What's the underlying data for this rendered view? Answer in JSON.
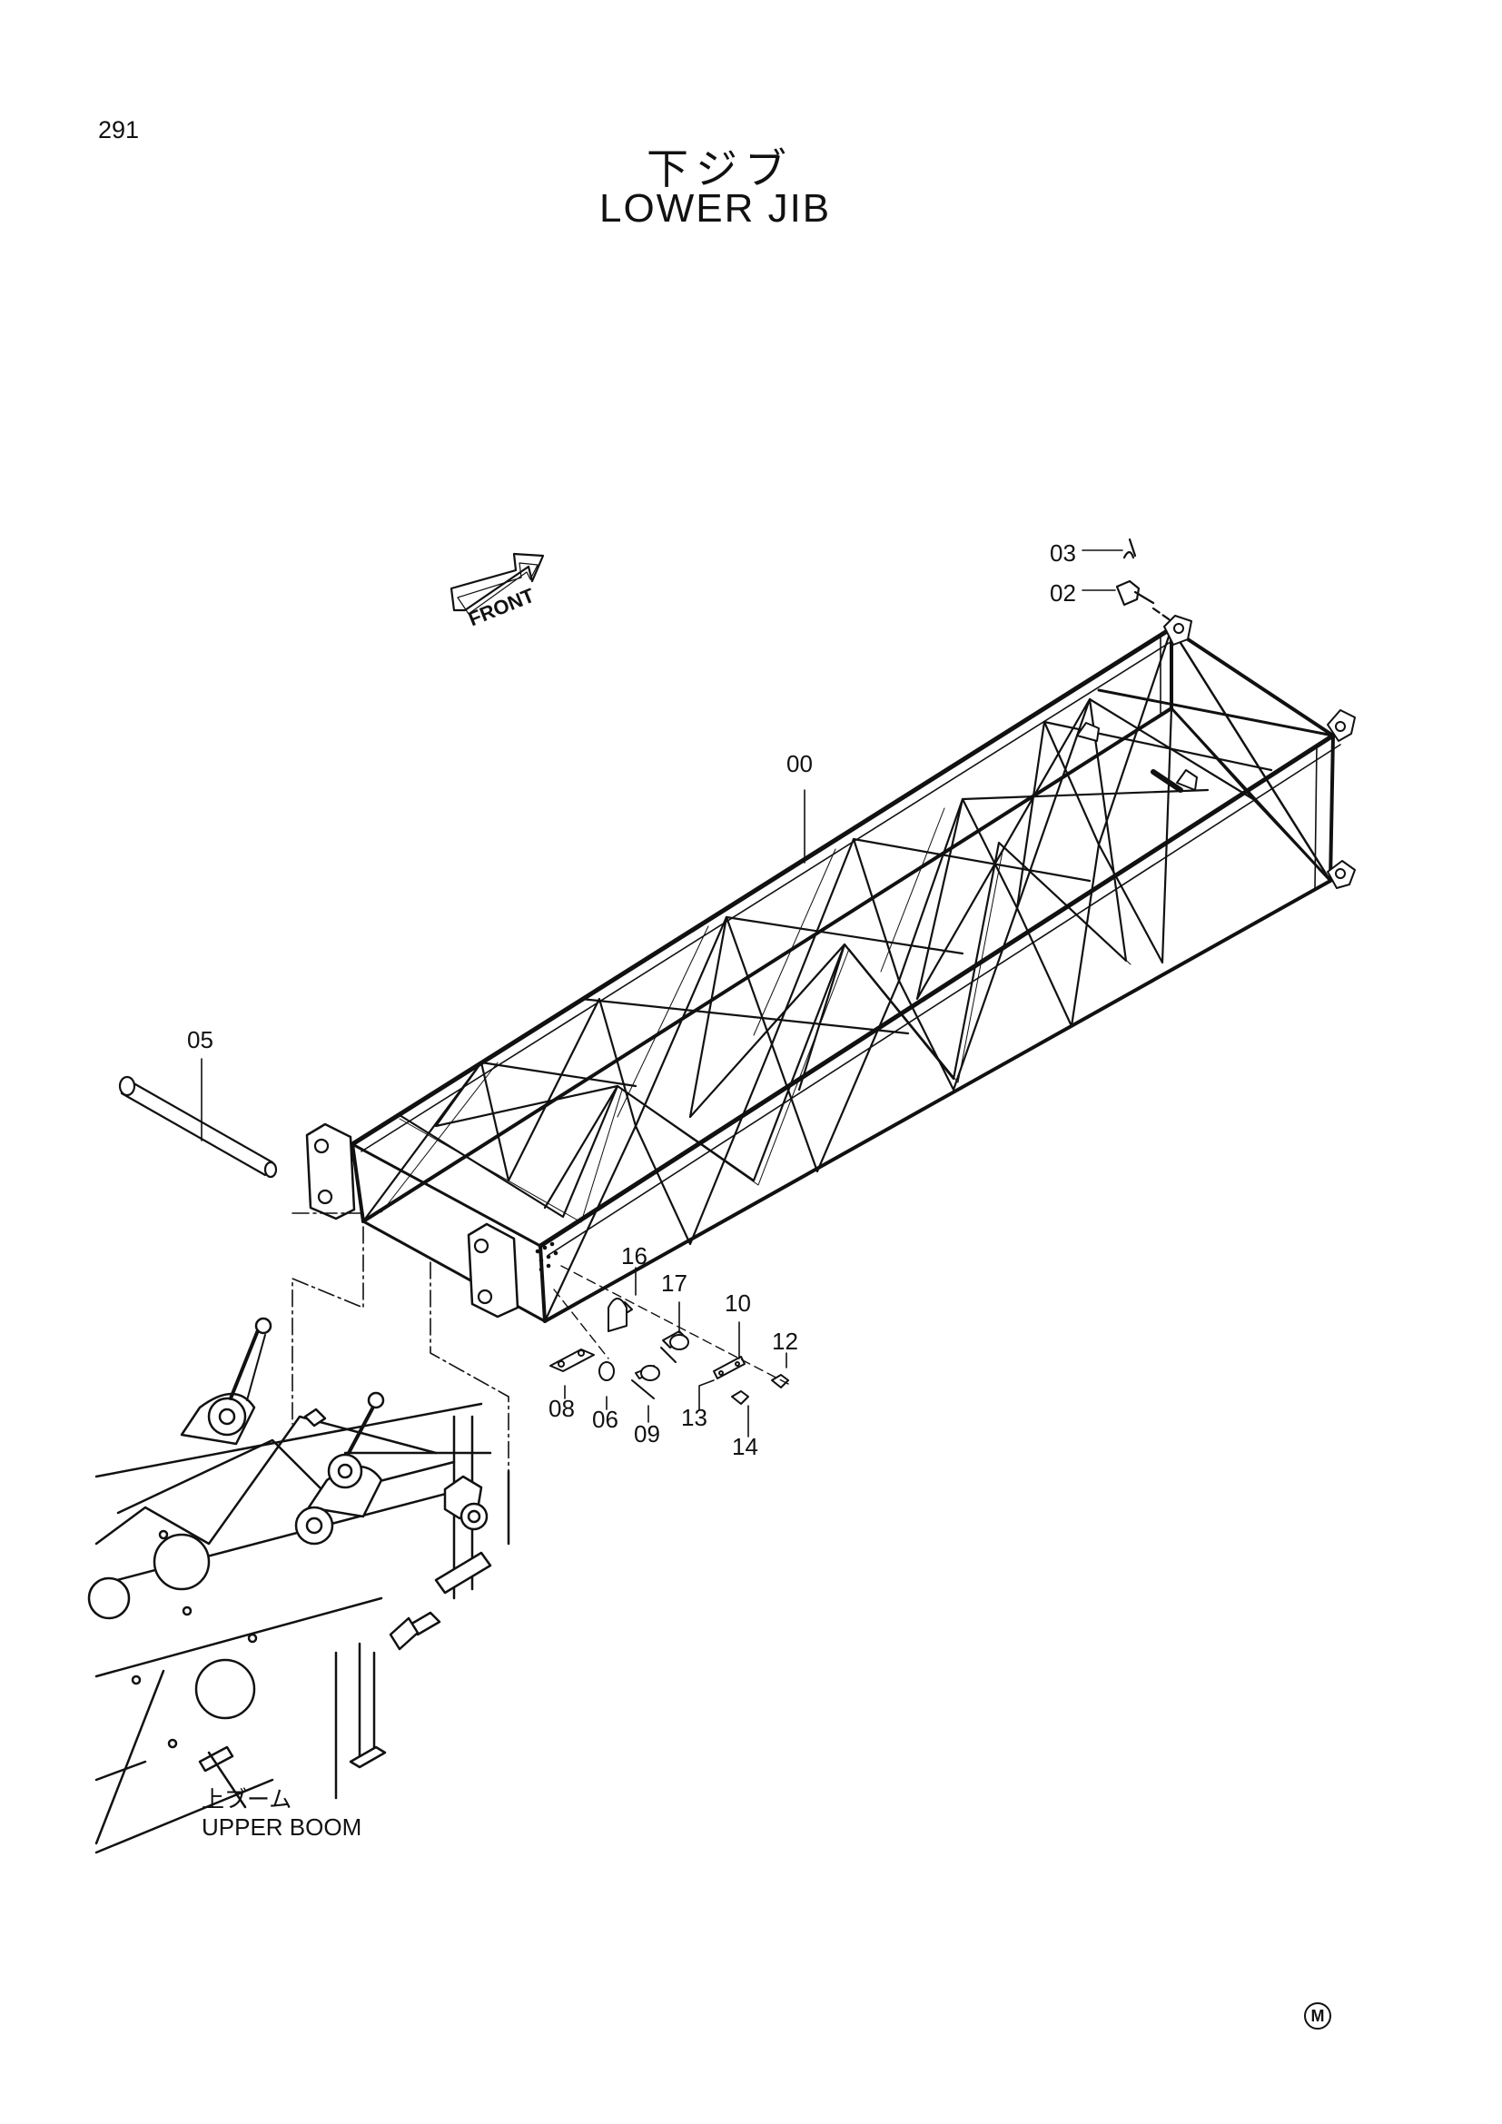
{
  "page": {
    "number": "291",
    "title_jp": "下ジブ",
    "title_en": "LOWER JIB"
  },
  "front_arrow": {
    "label": "FRONT"
  },
  "upper_boom": {
    "label_jp": "上ブーム",
    "label_en": "UPPER BOOM"
  },
  "callouts": {
    "c00": "00",
    "c02": "02",
    "c03": "03",
    "c05": "05",
    "c06": "06",
    "c08": "08",
    "c09": "09",
    "c10": "10",
    "c12": "12",
    "c13": "13",
    "c14": "14",
    "c16": "16",
    "c17": "17"
  },
  "mark": {
    "symbol": "M"
  }
}
